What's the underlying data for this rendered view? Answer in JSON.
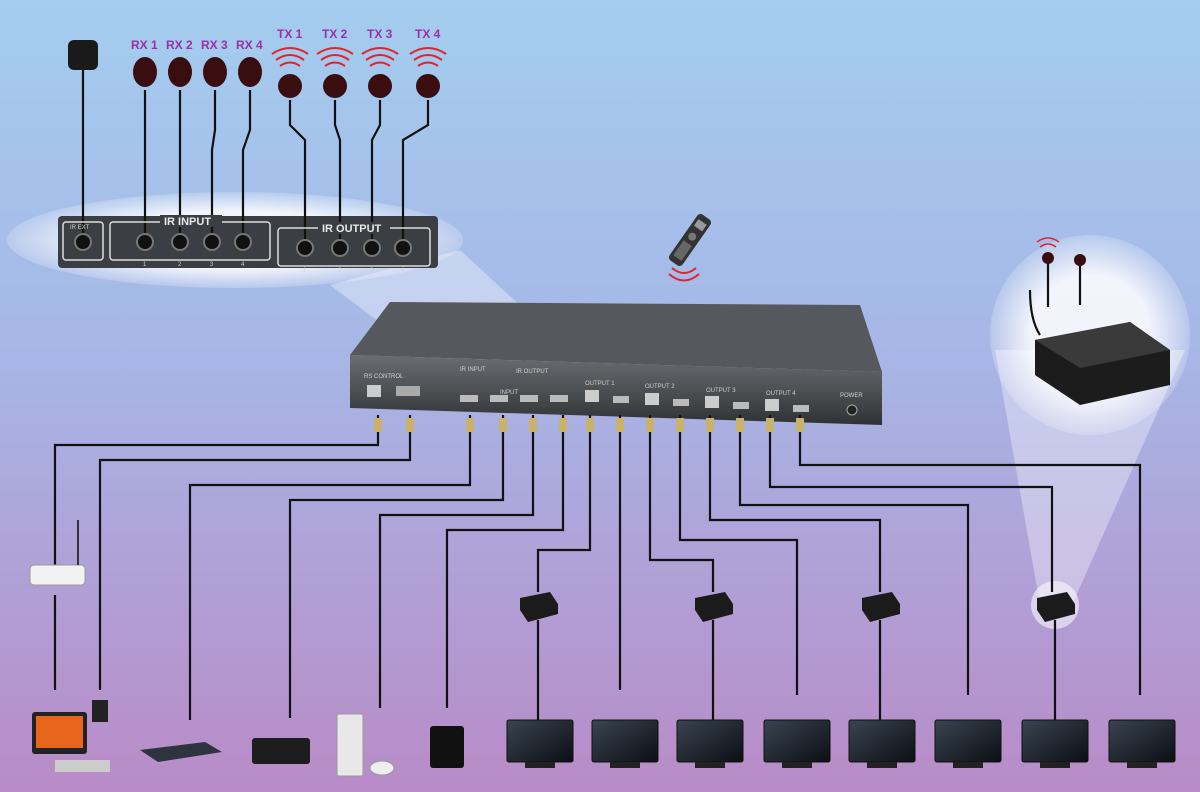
{
  "ir_callout": {
    "receivers": [
      "RX 1",
      "RX 2",
      "RX 3",
      "RX 4"
    ],
    "transmitters": [
      "TX 1",
      "TX 2",
      "TX 3",
      "TX 4"
    ],
    "ir_ext_label": "IR EXT",
    "ir_input_label": "IR INPUT",
    "ir_output_label": "IR OUTPUT",
    "port_numbers": [
      "1",
      "2",
      "3",
      "4"
    ]
  },
  "matrix_panel": {
    "rs_control_label": "RS CONTROL",
    "ir_input_label": "IR INPUT",
    "ir_output_label": "IR OUTPUT",
    "input_label": "INPUT",
    "outputs": [
      "OUTPUT 1",
      "OUTPUT 2",
      "OUTPUT 3",
      "OUTPUT 4"
    ],
    "power_label": "POWER"
  },
  "colors": {
    "background_top": "#a4cdef",
    "background_bottom": "#b98bc7",
    "rx_label": "#9b2fa8",
    "ir_wave": "#e0252a",
    "cable": "#111111"
  }
}
